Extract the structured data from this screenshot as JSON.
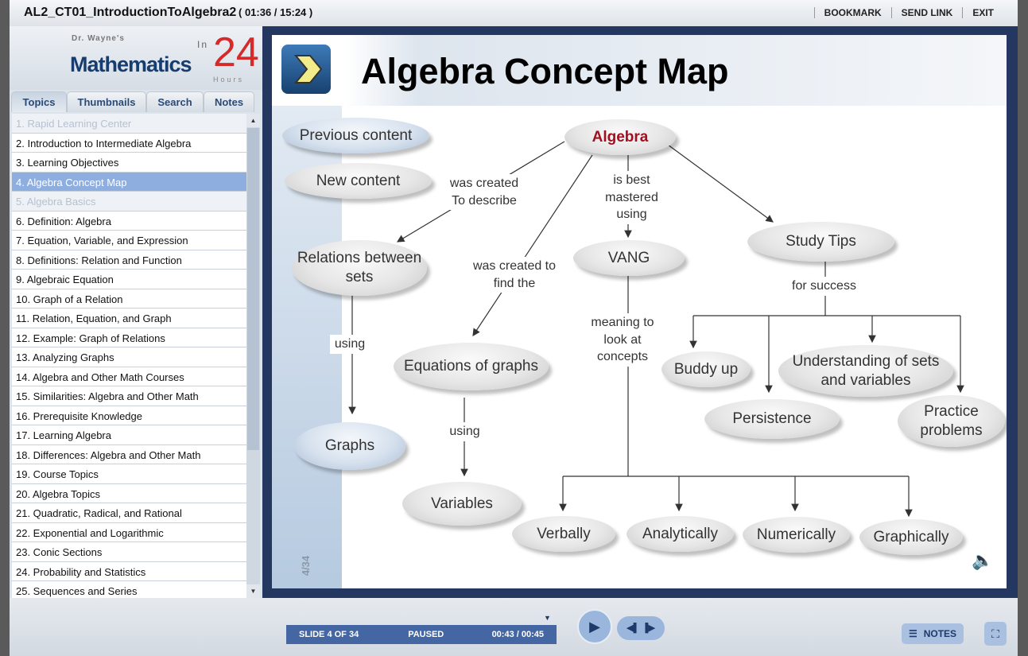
{
  "header": {
    "title": "AL2_CT01_IntroductionToAlgebra2",
    "time": "( 01:36 / 15:24 )",
    "links": [
      "BOOKMARK",
      "SEND LINK",
      "EXIT"
    ]
  },
  "logo": {
    "dr": "Dr. Wayne's",
    "math": "Mathematics",
    "in": "In",
    "num": "24",
    "hours": "Hours"
  },
  "tabs": [
    "Topics",
    "Thumbnails",
    "Search",
    "Notes"
  ],
  "topics": [
    "1. Rapid Learning Center",
    "2. Introduction to Intermediate Algebra",
    "3. Learning Objectives",
    "4. Algebra Concept Map",
    "5. Algebra Basics",
    "6. Definition: Algebra",
    "7. Equation, Variable, and Expression",
    "8. Definitions: Relation and Function",
    "9. Algebraic Equation",
    "10. Graph of a Relation",
    "11. Relation, Equation, and Graph",
    "12. Example: Graph of Relations",
    "13. Analyzing Graphs",
    "14. Algebra and Other Math Courses",
    "15. Similarities: Algebra and Other Math",
    "16. Prerequisite Knowledge",
    "17. Learning Algebra",
    "18. Differences: Algebra and Other Math",
    "19. Course Topics",
    "20. Algebra Topics",
    "21. Quadratic, Radical, and Rational",
    "22. Exponential and Logarithmic",
    "23. Conic Sections",
    "24. Probability and Statistics",
    "25. Sequences and Series"
  ],
  "slide": {
    "title": "Algebra Concept Map",
    "page": "4/34",
    "nodes": {
      "prev": "Previous content",
      "new": "New content",
      "algebra": "Algebra",
      "relations": "Relations between sets",
      "vang": "VANG",
      "study": "Study Tips",
      "equations": "Equations of graphs",
      "graphs": "Graphs",
      "variables": "Variables",
      "buddy": "Buddy up",
      "understanding": "Understanding of sets and variables",
      "persistence": "Persistence",
      "practice": "Practice problems",
      "verbally": "Verbally",
      "analytically": "Analytically",
      "numerically": "Numerically",
      "graphically": "Graphically"
    },
    "labels": {
      "describe": "was created To describe",
      "mastered": "is best mastered using",
      "find": "was created to find the",
      "success": "for success",
      "using1": "using",
      "meaning": "meaning to look at concepts",
      "using2": "using"
    }
  },
  "player": {
    "slide": "SLIDE 4 OF 34",
    "state": "PAUSED",
    "time": "00:43 / 00:45",
    "notes": "NOTES"
  }
}
